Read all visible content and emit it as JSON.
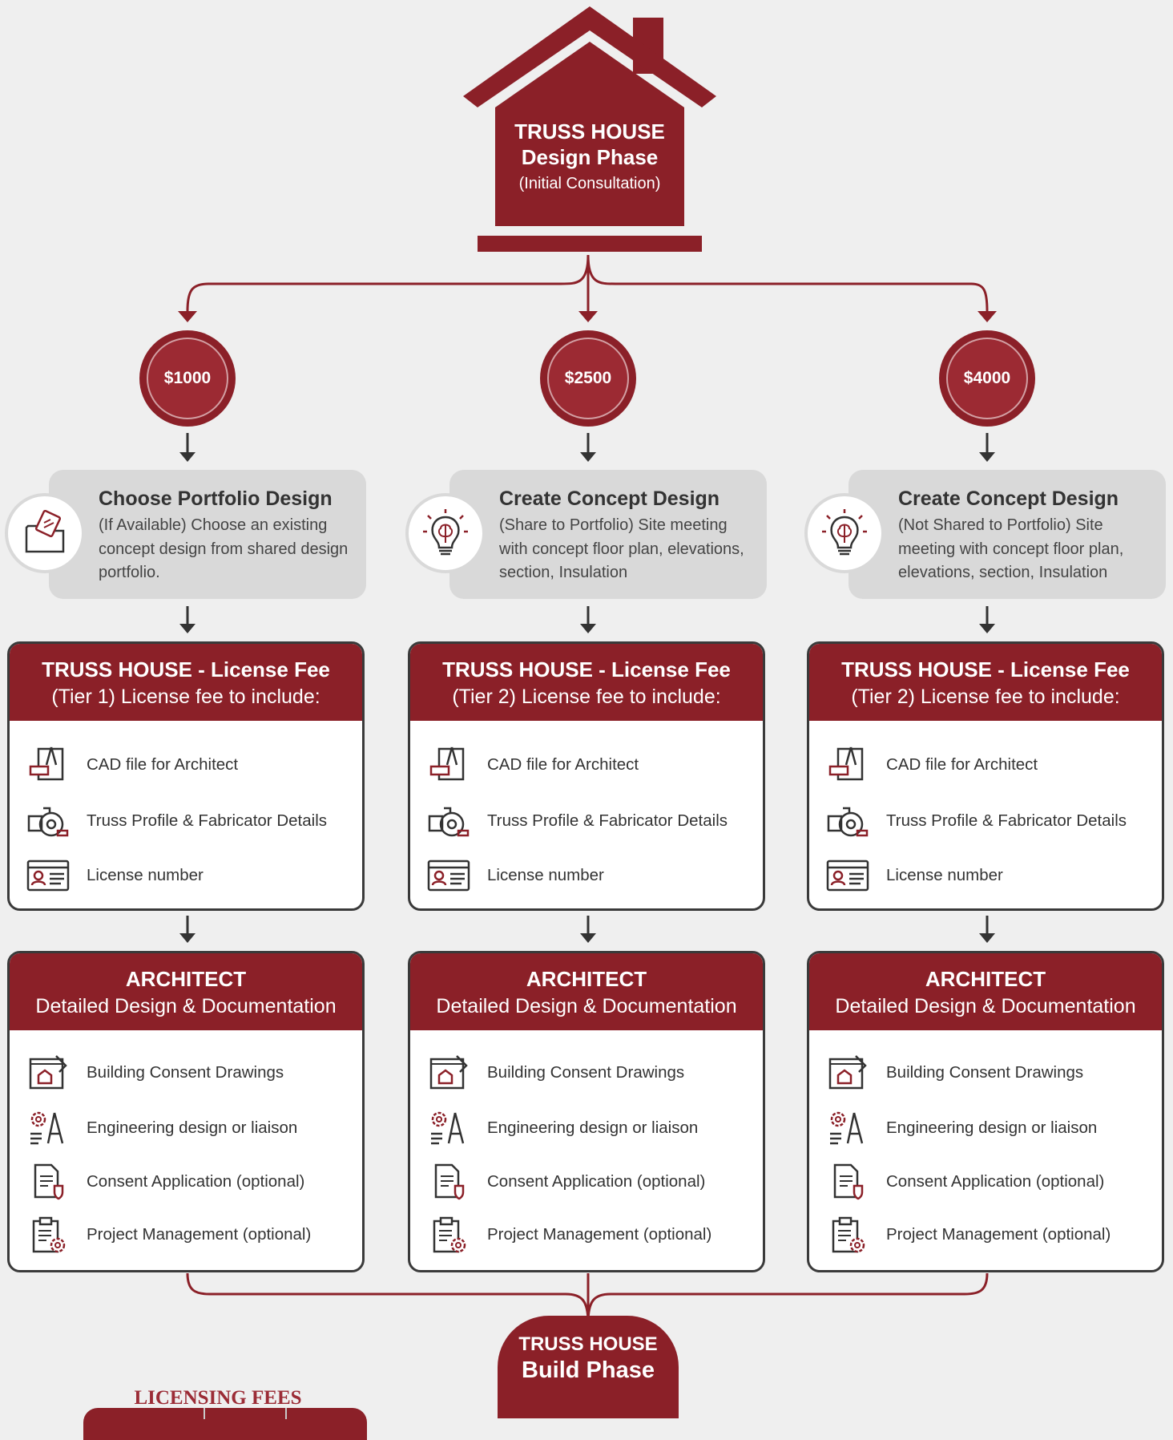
{
  "header": {
    "title_line1": "TRUSS HOUSE",
    "title_line2": "Design Phase",
    "subtitle": "(Initial Consultation)"
  },
  "columns": [
    {
      "price": "$1000",
      "option_title": "Choose Portfolio Design",
      "option_desc": "(If Available) Choose an existing concept design from shared design portfolio.",
      "option_icon": "folder-design-icon",
      "license_title": "TRUSS HOUSE - License Fee",
      "license_subtitle": "(Tier 1) License fee to include:",
      "license_items": [
        {
          "label": "CAD file for Architect",
          "icon": "cad-drafting-icon"
        },
        {
          "label": "Truss Profile & Fabricator Details",
          "icon": "circular-saw-icon"
        },
        {
          "label": "License number",
          "icon": "id-card-icon"
        }
      ],
      "architect_title": "ARCHITECT",
      "architect_subtitle": "Detailed Design & Documentation",
      "architect_items": [
        {
          "label": "Building Consent Drawings",
          "icon": "blueprint-icon"
        },
        {
          "label": "Engineering design or liaison",
          "icon": "gear-compass-icon"
        },
        {
          "label": "Consent Application (optional)",
          "icon": "document-shield-icon"
        },
        {
          "label": "Project Management (optional)",
          "icon": "clipboard-gear-icon"
        }
      ]
    },
    {
      "price": "$2500",
      "option_title": "Create Concept Design",
      "option_desc": "(Share to Portfolio) Site meeting with concept floor plan, elevations, section, Insulation",
      "option_icon": "lightbulb-brain-icon",
      "license_title": "TRUSS HOUSE - License Fee",
      "license_subtitle": "(Tier 2) License fee to include:",
      "license_items": [
        {
          "label": "CAD file for Architect",
          "icon": "cad-drafting-icon"
        },
        {
          "label": "Truss Profile & Fabricator Details",
          "icon": "circular-saw-icon"
        },
        {
          "label": "License number",
          "icon": "id-card-icon"
        }
      ],
      "architect_title": "ARCHITECT",
      "architect_subtitle": "Detailed Design & Documentation",
      "architect_items": [
        {
          "label": "Building Consent Drawings",
          "icon": "blueprint-icon"
        },
        {
          "label": "Engineering design or liaison",
          "icon": "gear-compass-icon"
        },
        {
          "label": "Consent Application (optional)",
          "icon": "document-shield-icon"
        },
        {
          "label": "Project Management (optional)",
          "icon": "clipboard-gear-icon"
        }
      ]
    },
    {
      "price": "$4000",
      "option_title": "Create Concept Design",
      "option_desc": "(Not Shared to Portfolio) Site meeting with concept floor plan, elevations, section, Insulation",
      "option_icon": "lightbulb-brain-icon",
      "license_title": "TRUSS HOUSE - License Fee",
      "license_subtitle": "(Tier 2) License fee to include:",
      "license_items": [
        {
          "label": "CAD file for Architect",
          "icon": "cad-drafting-icon"
        },
        {
          "label": "Truss Profile & Fabricator Details",
          "icon": "circular-saw-icon"
        },
        {
          "label": "License number",
          "icon": "id-card-icon"
        }
      ],
      "architect_title": "ARCHITECT",
      "architect_subtitle": "Detailed Design & Documentation",
      "architect_items": [
        {
          "label": "Building Consent Drawings",
          "icon": "blueprint-icon"
        },
        {
          "label": "Engineering design or liaison",
          "icon": "gear-compass-icon"
        },
        {
          "label": "Consent Application (optional)",
          "icon": "document-shield-icon"
        },
        {
          "label": "Project Management (optional)",
          "icon": "clipboard-gear-icon"
        }
      ]
    }
  ],
  "build": {
    "line1": "TRUSS HOUSE",
    "line2": "Build Phase"
  },
  "licensing": {
    "heading": "LICENSING FEES"
  },
  "colors": {
    "accent": "#8b2028",
    "background": "#efefef",
    "option_box": "#d9d9d9",
    "border": "#3a3a3a"
  }
}
